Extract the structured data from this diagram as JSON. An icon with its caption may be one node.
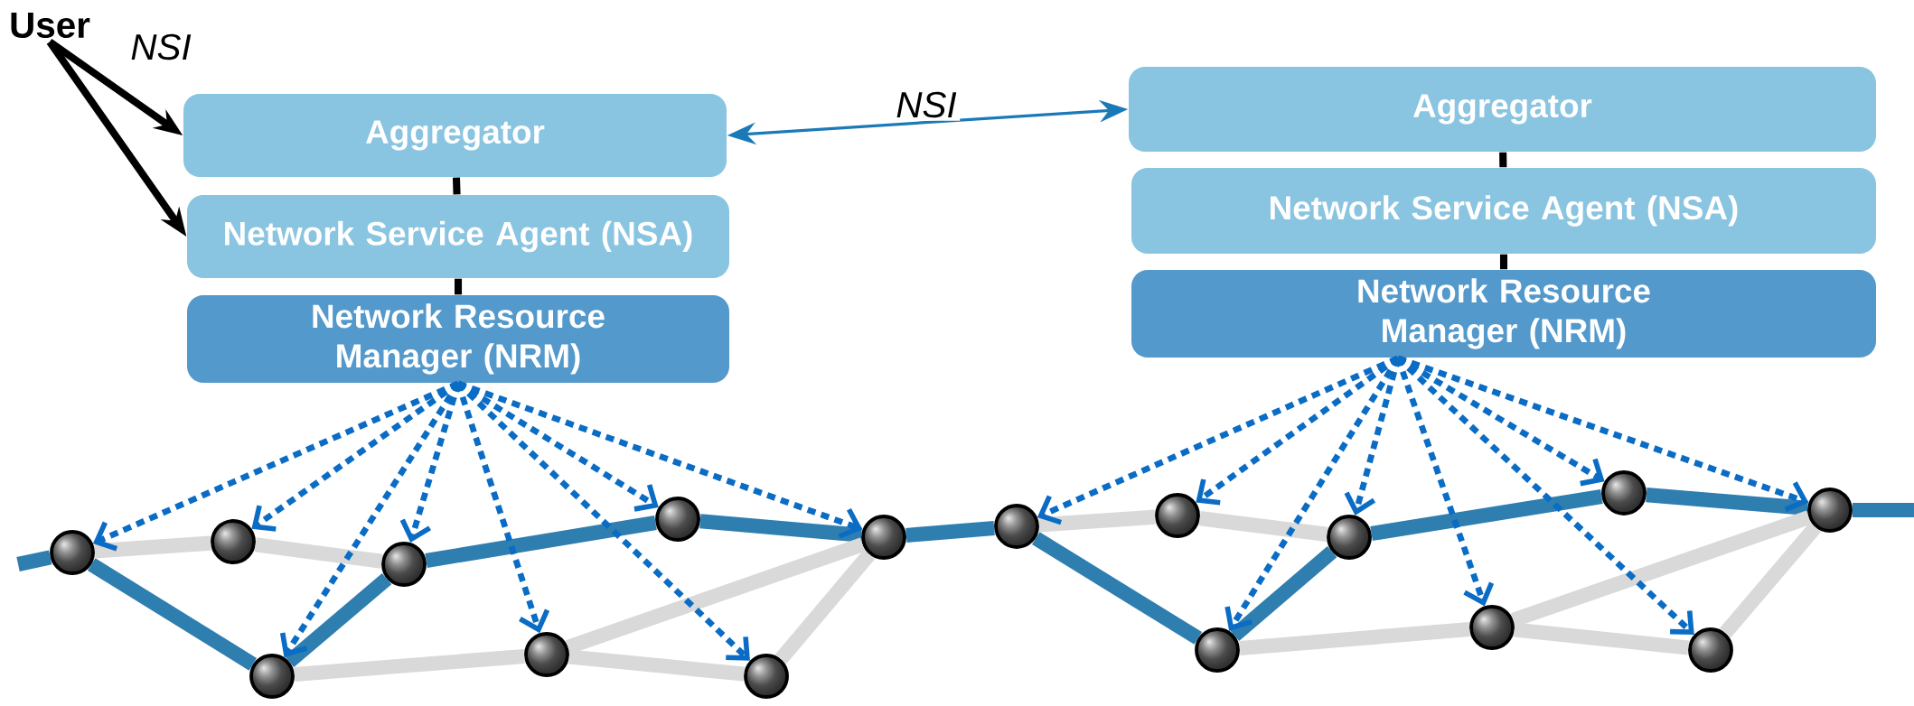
{
  "diagram": {
    "nodes": [
      {
        "text": [
          "User"
        ]
      },
      {
        "text": [
          "Aggregator"
        ]
      },
      {
        "text": [
          "Network Service Agent (NSA)"
        ]
      },
      {
        "text": [
          "Network Resource Manager (NRM)"
        ]
      },
      {
        "text": [
          "Aggregator"
        ]
      },
      {
        "text": [
          "Network Service Agent (NSA)"
        ]
      },
      {
        "text": [
          "Network Resource Manager (NRM)"
        ]
      },
      {
        "text": [],
        "shape": "circle"
      },
      {
        "text": [],
        "shape": "circle"
      },
      {
        "text": [],
        "shape": "circle"
      },
      {
        "text": [],
        "shape": "circle"
      },
      {
        "text": [],
        "shape": "circle"
      },
      {
        "text": [],
        "shape": "circle"
      },
      {
        "text": [],
        "shape": "circle"
      },
      {
        "text": [],
        "shape": "circle"
      },
      {
        "text": [],
        "shape": "circle"
      },
      {
        "text": [],
        "shape": "circle"
      },
      {
        "text": [],
        "shape": "circle"
      },
      {
        "text": [],
        "shape": "circle"
      },
      {
        "text": [],
        "shape": "circle"
      },
      {
        "text": [],
        "shape": "circle"
      },
      {
        "text": [],
        "shape": "circle"
      },
      {
        "text": [],
        "shape": "circle"
      }
    ],
    "edges": [
      {
        "from": 0,
        "to": 1,
        "arrow": "to",
        "label": "NSI",
        "color": "#000000"
      },
      {
        "from": 0,
        "to": 2,
        "arrow": "to",
        "color": "#000000"
      },
      {
        "from": 1,
        "to": 2,
        "arrow": "none",
        "color": "#000000"
      },
      {
        "from": 2,
        "to": 3,
        "arrow": "none",
        "color": "#000000"
      },
      {
        "from": 4,
        "to": 5,
        "arrow": "none",
        "color": "#000000"
      },
      {
        "from": 5,
        "to": 6,
        "arrow": "none",
        "color": "#000000"
      },
      {
        "from": 1,
        "to": 4,
        "arrow": "both",
        "label": "NSI",
        "color": "#1a7ab8"
      },
      {
        "from": null,
        "to": 7,
        "arrow": "none",
        "style": "thick",
        "color": "#2e7eb0"
      },
      {
        "from": 7,
        "to": 12,
        "arrow": "none",
        "style": "thick",
        "color": "#2e7eb0"
      },
      {
        "from": 12,
        "to": 9,
        "arrow": "none",
        "style": "thick",
        "color": "#2e7eb0"
      },
      {
        "from": 9,
        "to": 10,
        "arrow": "none",
        "style": "thick",
        "color": "#2e7eb0"
      },
      {
        "from": 10,
        "to": 11,
        "arrow": "none",
        "style": "thick",
        "color": "#2e7eb0"
      },
      {
        "from": 11,
        "to": 15,
        "arrow": "none",
        "style": "thick",
        "color": "#2e7eb0"
      },
      {
        "from": 15,
        "to": 20,
        "arrow": "none",
        "style": "thick",
        "color": "#2e7eb0"
      },
      {
        "from": 20,
        "to": 17,
        "arrow": "none",
        "style": "thick",
        "color": "#2e7eb0"
      },
      {
        "from": 17,
        "to": 18,
        "arrow": "none",
        "style": "thick",
        "color": "#2e7eb0"
      },
      {
        "from": 18,
        "to": 19,
        "arrow": "none",
        "style": "thick",
        "color": "#2e7eb0"
      },
      {
        "from": 19,
        "to": null,
        "arrow": "none",
        "style": "thick",
        "color": "#2e7eb0"
      },
      {
        "from": 7,
        "to": 8,
        "arrow": "none",
        "style": "thick",
        "color": "#d9d9d9"
      },
      {
        "from": 8,
        "to": 9,
        "arrow": "none",
        "style": "thick",
        "color": "#d9d9d9"
      },
      {
        "from": 12,
        "to": 13,
        "arrow": "none",
        "style": "thick",
        "color": "#d9d9d9"
      },
      {
        "from": 13,
        "to": 14,
        "arrow": "none",
        "style": "thick",
        "color": "#d9d9d9"
      },
      {
        "from": 13,
        "to": 11,
        "arrow": "none",
        "style": "thick",
        "color": "#d9d9d9"
      },
      {
        "from": 14,
        "to": 11,
        "arrow": "none",
        "style": "thick",
        "color": "#d9d9d9"
      },
      {
        "from": 15,
        "to": 16,
        "arrow": "none",
        "style": "thick",
        "color": "#d9d9d9"
      },
      {
        "from": 16,
        "to": 17,
        "arrow": "none",
        "style": "thick",
        "color": "#d9d9d9"
      },
      {
        "from": 20,
        "to": 21,
        "arrow": "none",
        "style": "thick",
        "color": "#d9d9d9"
      },
      {
        "from": 21,
        "to": 22,
        "arrow": "none",
        "style": "thick",
        "color": "#d9d9d9"
      },
      {
        "from": 21,
        "to": 19,
        "arrow": "none",
        "style": "thick",
        "color": "#d9d9d9"
      },
      {
        "from": 22,
        "to": 19,
        "arrow": "none",
        "style": "thick",
        "color": "#d9d9d9"
      },
      {
        "from": 3,
        "to": 7,
        "arrow": "to",
        "style": "dashed",
        "color": "#0a6cc4"
      },
      {
        "from": 3,
        "to": 8,
        "arrow": "to",
        "style": "dashed",
        "color": "#0a6cc4"
      },
      {
        "from": 3,
        "to": 9,
        "arrow": "to",
        "style": "dashed",
        "color": "#0a6cc4"
      },
      {
        "from": 3,
        "to": 10,
        "arrow": "to",
        "style": "dashed",
        "color": "#0a6cc4"
      },
      {
        "from": 3,
        "to": 11,
        "arrow": "to",
        "style": "dashed",
        "color": "#0a6cc4"
      },
      {
        "from": 3,
        "to": 12,
        "arrow": "to",
        "style": "dashed",
        "color": "#0a6cc4"
      },
      {
        "from": 3,
        "to": 13,
        "arrow": "to",
        "style": "dashed",
        "color": "#0a6cc4"
      },
      {
        "from": 3,
        "to": 14,
        "arrow": "to",
        "style": "dashed",
        "color": "#0a6cc4"
      },
      {
        "from": 6,
        "to": 15,
        "arrow": "to",
        "style": "dashed",
        "color": "#0a6cc4"
      },
      {
        "from": 6,
        "to": 16,
        "arrow": "to",
        "style": "dashed",
        "color": "#0a6cc4"
      },
      {
        "from": 6,
        "to": 17,
        "arrow": "to",
        "style": "dashed",
        "color": "#0a6cc4"
      },
      {
        "from": 6,
        "to": 18,
        "arrow": "to",
        "style": "dashed",
        "color": "#0a6cc4"
      },
      {
        "from": 6,
        "to": 19,
        "arrow": "to",
        "style": "dashed",
        "color": "#0a6cc4"
      },
      {
        "from": 6,
        "to": 20,
        "arrow": "to",
        "style": "dashed",
        "color": "#0a6cc4"
      },
      {
        "from": 6,
        "to": 21,
        "arrow": "to",
        "style": "dashed",
        "color": "#0a6cc4"
      },
      {
        "from": 6,
        "to": 22,
        "arrow": "to",
        "style": "dashed",
        "color": "#0a6cc4"
      }
    ]
  }
}
